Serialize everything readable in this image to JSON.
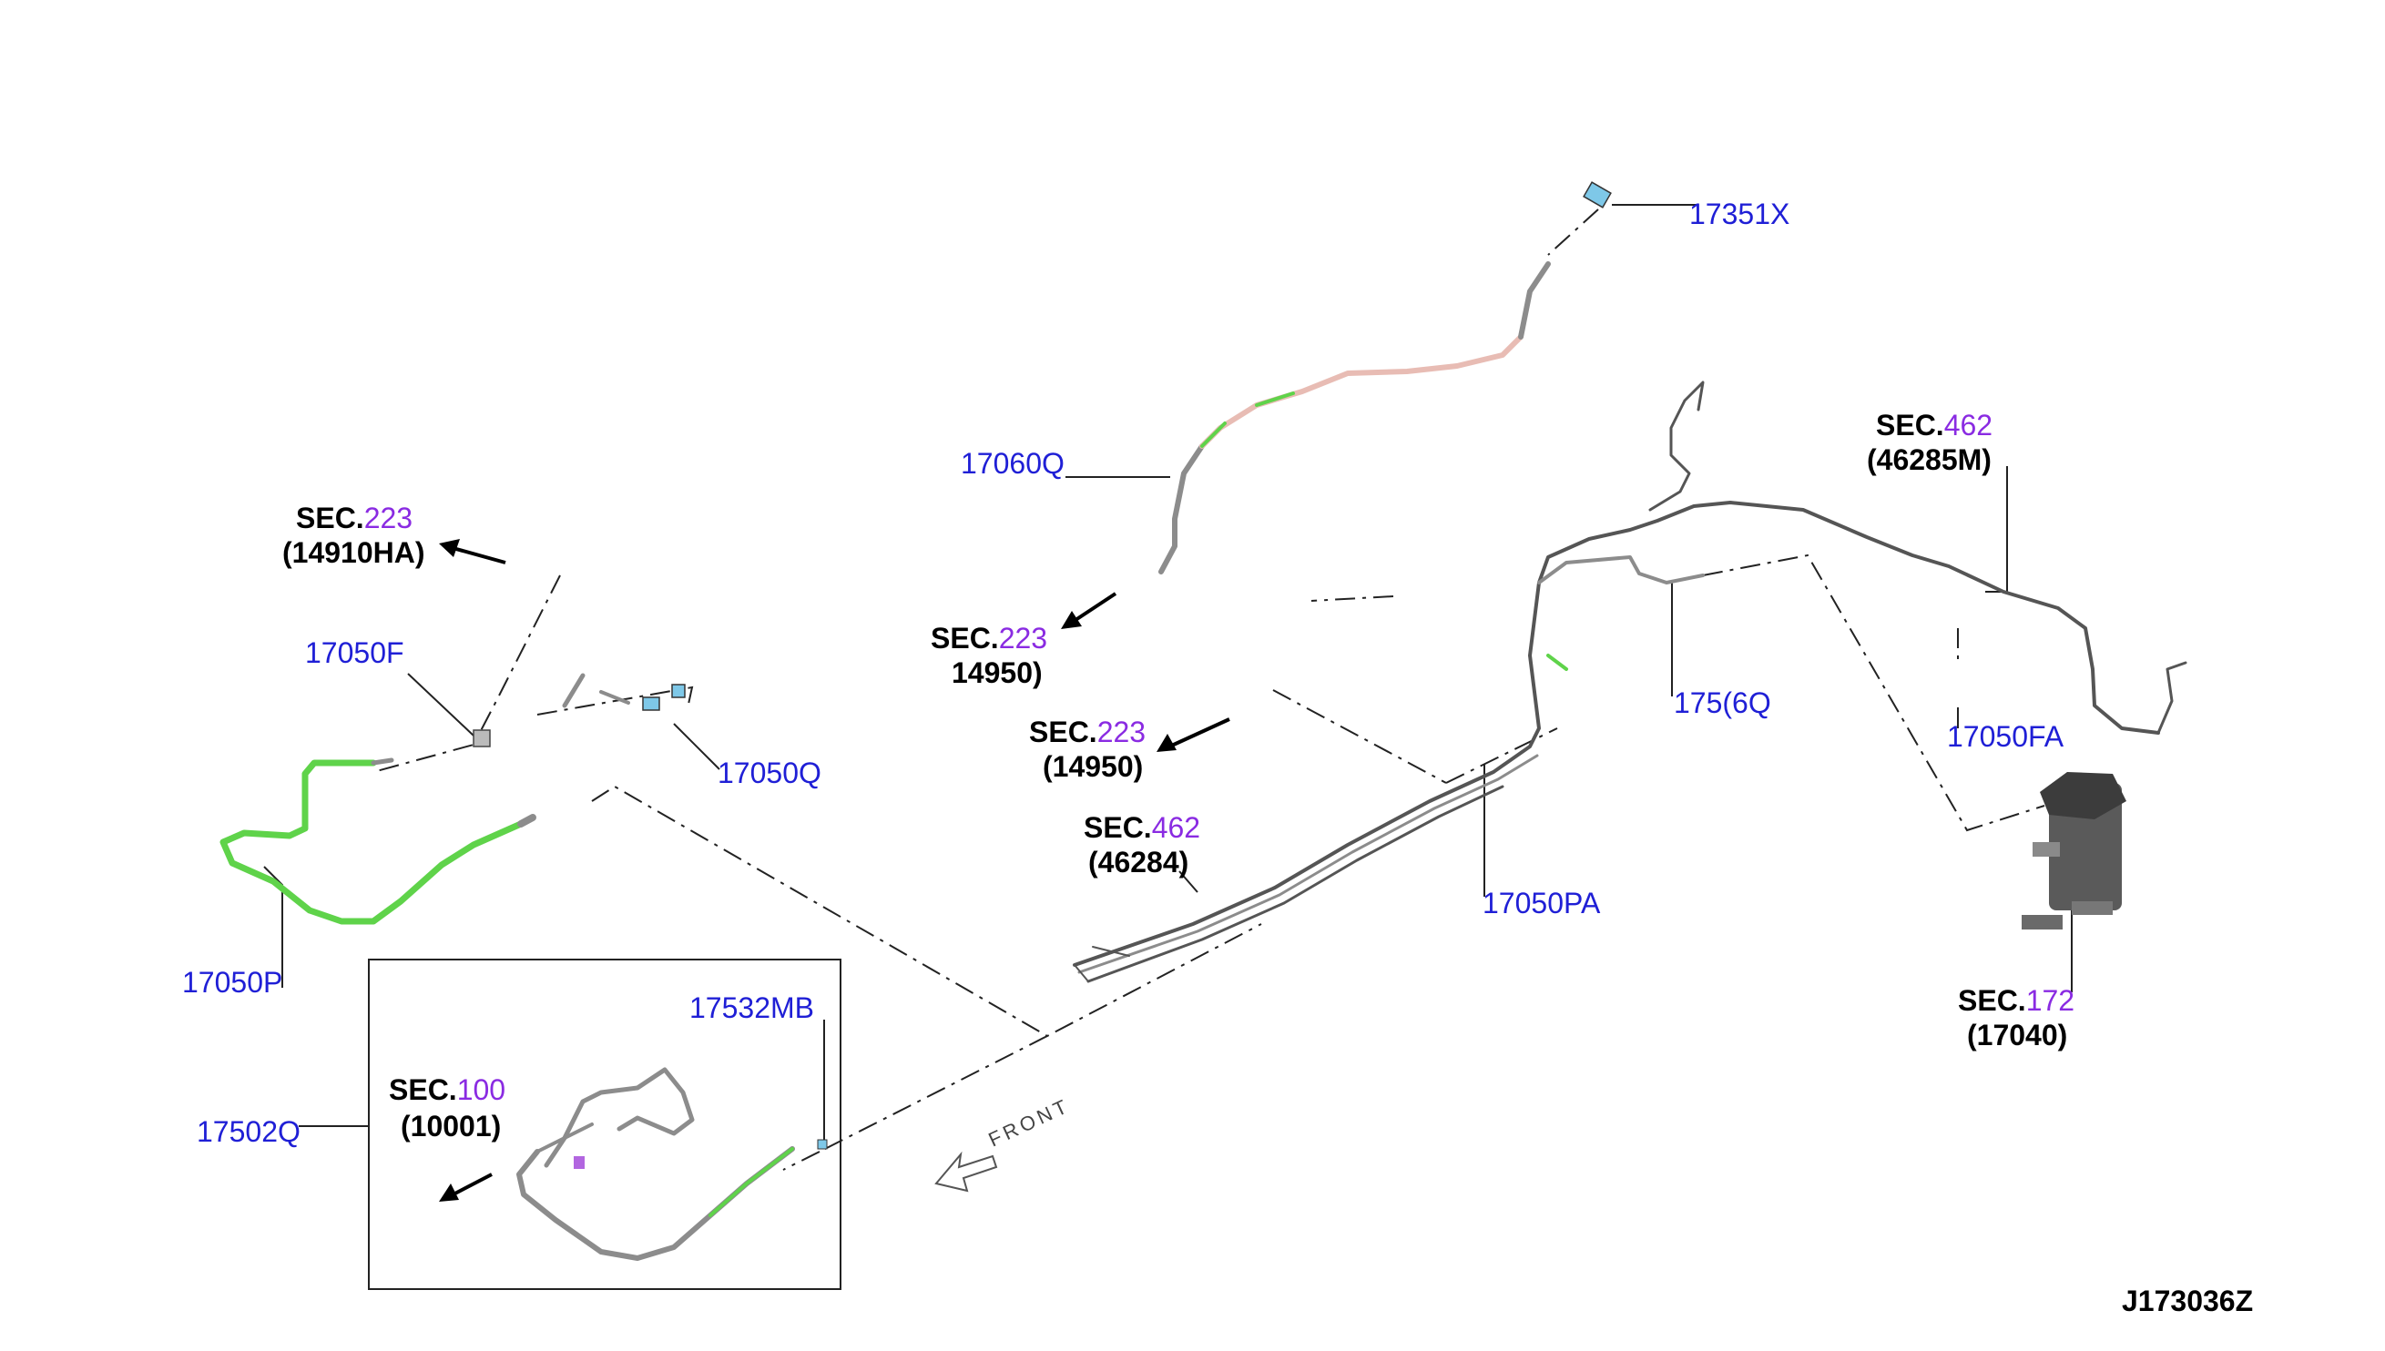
{
  "colors": {
    "part_number": "#1f1fd6",
    "section_number": "#8a2be2",
    "label": "#000000",
    "pipe_green": "#5fd34a",
    "pipe_gray": "#8c8c8c",
    "pipe_pink": "#e8bcb4",
    "clip_blue": "#7ec8e8"
  },
  "parts": {
    "p17351X": "17351X",
    "p17060Q": "17060Q",
    "p17050F": "17050F",
    "p17050Q": "17050Q",
    "p17050P": "17050P",
    "p17532MB": "17532MB",
    "p17502Q": "17502Q",
    "p17050PA": "17050PA",
    "p17050FA": "17050FA",
    "p175cut": "175(6Q"
  },
  "sections": {
    "sec_prefix": "SEC.",
    "s1": {
      "num": "223",
      "ref": "(14910HA)"
    },
    "s2": {
      "num": "223",
      "ref": "14950)"
    },
    "s3": {
      "num": "223",
      "ref": "(14950)"
    },
    "s4": {
      "num": "462",
      "ref": "(46284)"
    },
    "s5": {
      "num": "462",
      "ref": "(46285M)"
    },
    "s6": {
      "num": "172",
      "ref": "(17040)"
    },
    "s7": {
      "num": "100",
      "ref": "(10001)"
    }
  },
  "front_label": "FRONT",
  "diagram_code": "J173036Z"
}
